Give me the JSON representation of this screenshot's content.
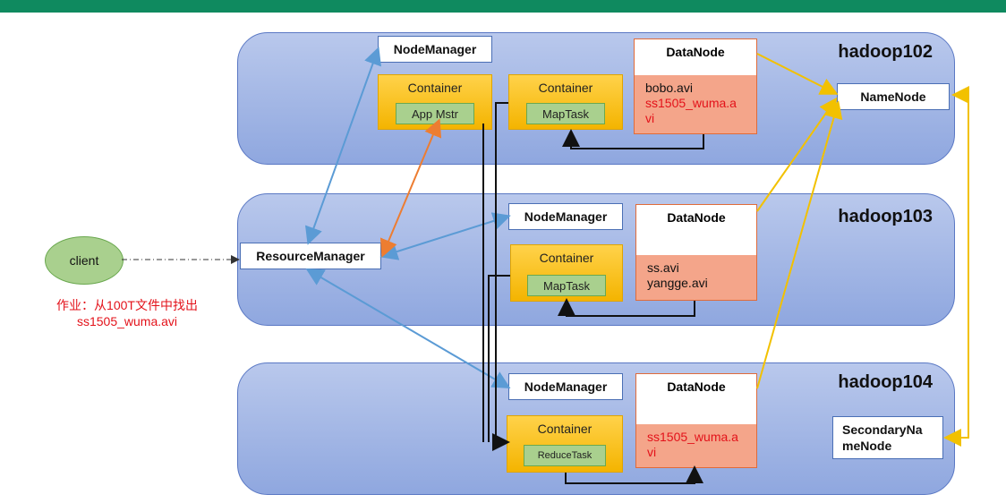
{
  "client_label": "client",
  "note": {
    "line1": "作业：从100T文件中找出",
    "line2": "ss1505_wuma.avi"
  },
  "resource_manager": "ResourceManager",
  "nodes": [
    {
      "name": "hadoop102",
      "node_manager": "NodeManager",
      "containers": [
        {
          "label": "Container",
          "task": "App Mstr"
        },
        {
          "label": "Container",
          "task": "MapTask"
        }
      ],
      "datanode": {
        "label": "DataNode",
        "files": [
          "bobo.avi",
          "ss1505_wuma.a",
          "vi"
        ]
      },
      "extra": "NameNode"
    },
    {
      "name": "hadoop103",
      "node_manager": "NodeManager",
      "containers": [
        {
          "label": "Container",
          "task": "MapTask"
        }
      ],
      "datanode": {
        "label": "DataNode",
        "files": [
          "ss.avi",
          "yangge.avi"
        ]
      }
    },
    {
      "name": "hadoop104",
      "node_manager": "NodeManager",
      "containers": [
        {
          "label": "Container",
          "task": "ReduceTask"
        }
      ],
      "datanode": {
        "label": "DataNode",
        "files": [
          "ss1505_wuma.a",
          "vi"
        ]
      },
      "extra_line1": "SecondaryNa",
      "extra_line2": "meNode"
    }
  ],
  "colors": {
    "header_bar": "#0f8a5f",
    "yarn_link": "#5b9bd5",
    "am_link": "#ed7d31",
    "hdfs_link": "#f2c100",
    "highlight_text": "#e3121a"
  }
}
